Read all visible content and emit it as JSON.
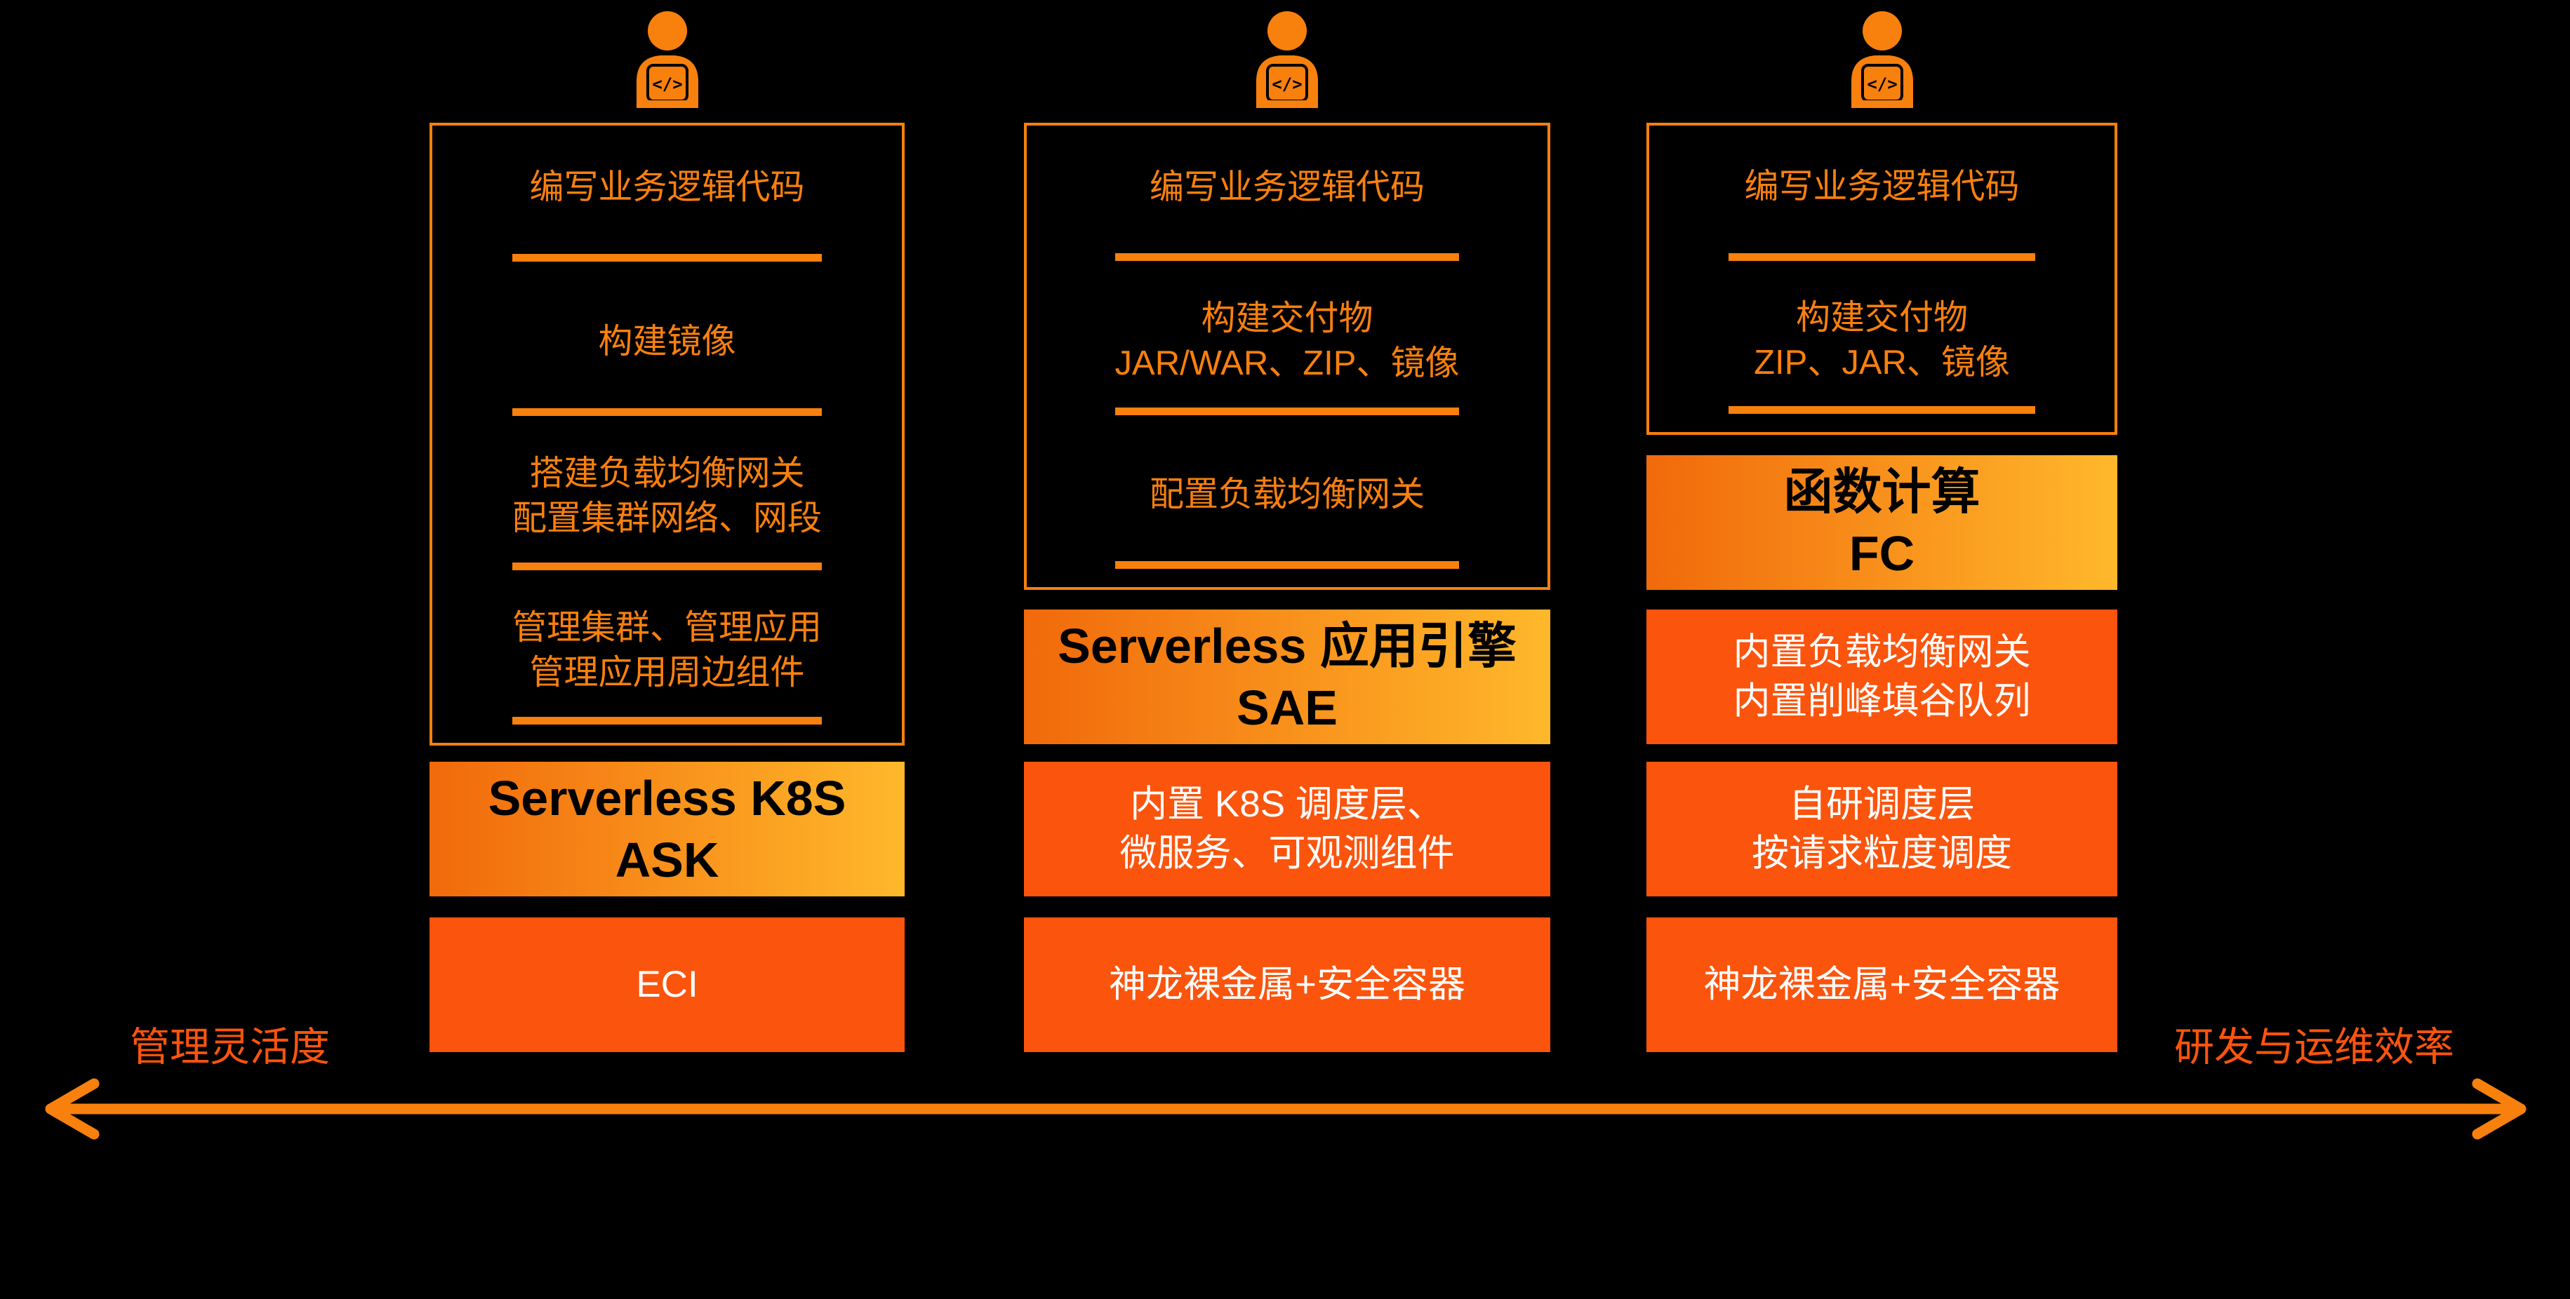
{
  "palette": {
    "background": "#000000",
    "accent_orange": "#F8800D",
    "solid_orange": "#FB540D",
    "gradient_start": "#F1690B",
    "gradient_end": "#FFB82B",
    "text_on_gradient": "#000000",
    "text_on_solid": "#FFFFFF"
  },
  "icon": {
    "name": "developer-laptop-icon",
    "glyph": "</>"
  },
  "columns": [
    {
      "name": "Serverless K8S (ASK)",
      "steps": [
        [
          "编写业务逻辑代码"
        ],
        [
          "构建镜像"
        ],
        [
          "搭建负载均衡网关",
          "配置集群网络、网段"
        ],
        [
          "管理集群、管理应用",
          "管理应用周边组件"
        ]
      ],
      "product": [
        "Serverless K8S",
        "ASK"
      ],
      "layers": [
        [
          "ECI"
        ]
      ]
    },
    {
      "name": "Serverless 应用引擎 (SAE)",
      "steps": [
        [
          "编写业务逻辑代码"
        ],
        [
          "构建交付物",
          "JAR/WAR、ZIP、镜像"
        ],
        [
          "配置负载均衡网关"
        ]
      ],
      "product": [
        "Serverless 应用引擎",
        "SAE"
      ],
      "layers": [
        [
          "内置 K8S 调度层、",
          "微服务、可观测组件"
        ],
        [
          "神龙裸金属+安全容器"
        ]
      ]
    },
    {
      "name": "函数计算 (FC)",
      "steps": [
        [
          "编写业务逻辑代码"
        ],
        [
          "构建交付物",
          "ZIP、JAR、镜像"
        ]
      ],
      "product": [
        "函数计算",
        "FC"
      ],
      "layers": [
        [
          "内置负载均衡网关",
          "内置削峰填谷队列"
        ],
        [
          "自研调度层",
          "按请求粒度调度"
        ],
        [
          "神龙裸金属+安全容器"
        ]
      ]
    }
  ],
  "axis": {
    "left_label": "管理灵活度",
    "right_label": "研发与运维效率"
  }
}
